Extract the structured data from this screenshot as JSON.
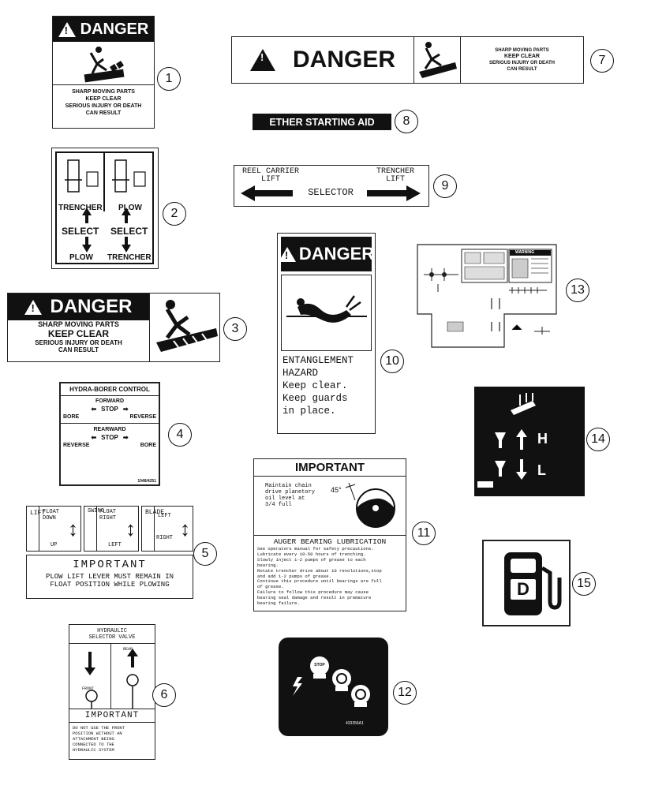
{
  "callouts": [
    "1",
    "2",
    "3",
    "4",
    "5",
    "6",
    "7",
    "8",
    "9",
    "10",
    "11",
    "12",
    "13",
    "14",
    "15"
  ],
  "decal1": {
    "header": "DANGER",
    "line1": "SHARP MOVING PARTS",
    "line2": "KEEP CLEAR",
    "line3": "SERIOUS INJURY OR DEATH",
    "line4": "CAN RESULT"
  },
  "decal2": {
    "top_left": "TRENCHER",
    "top_right": "PLOW",
    "select_left": "SELECT",
    "select_right": "SELECT",
    "bottom_left": "PLOW",
    "bottom_right": "TRENCHER"
  },
  "decal3": {
    "header": "DANGER",
    "line1": "SHARP MOVING PARTS",
    "line2": "KEEP CLEAR",
    "line3": "SERIOUS INJURY OR DEATH",
    "line4": "CAN RESULT"
  },
  "decal4": {
    "title": "HYDRA-BORER CONTROL",
    "forward": "FORWARD",
    "stop1": "STOP",
    "bore1": "BORE",
    "reverse1": "REVERSE",
    "rearward": "REARWARD",
    "stop2": "STOP",
    "reverse2": "REVERSE",
    "bore2": "BORE",
    "code": "1048/4251"
  },
  "decal5": {
    "lift_label": "LIFT",
    "float_down": "FLOAT DOWN",
    "up": "UP",
    "swing_label": "SWING",
    "float_right": "FLOAT RIGHT",
    "left": "LEFT",
    "blade_label": "BLADE",
    "blade_left": "LEFT",
    "blade_right": "RIGHT",
    "important": "IMPORTANT",
    "msg1": "PLOW LIFT LEVER MUST REMAIN IN",
    "msg2": "FLOAT POSITION WHILE PLOWING"
  },
  "decal6": {
    "title1": "HYDRAULIC",
    "title2": "SELECTOR VALVE",
    "front": "FRONT",
    "rear": "REAR",
    "important": "IMPORTANT",
    "msg": [
      "DO NOT USE THE FRONT",
      "POSITION WITHOUT AN",
      "ATTACHMENT BEING",
      "CONNECTED TO THE",
      "HYDRAULIC SYSTEM"
    ]
  },
  "decal7": {
    "header": "DANGER",
    "line1": "SHARP MOVING PARTS",
    "line2": "KEEP CLEAR",
    "line3": "SERIOUS INJURY OR DEATH",
    "line4": "CAN RESULT"
  },
  "decal8": {
    "text": "ETHER STARTING AID"
  },
  "decal9": {
    "left1": "REEL CARRIER",
    "left2": "LIFT",
    "right1": "TRENCHER",
    "right2": "LIFT",
    "center": "SELECTOR"
  },
  "decal10": {
    "header": "DANGER",
    "lines": [
      "ENTANGLEMENT",
      "HAZARD",
      "Keep clear.",
      "Keep guards",
      "in place."
    ]
  },
  "decal11": {
    "header": "IMPORTANT",
    "maintain": [
      "Maintain chain",
      "drive planetory",
      "oil level at",
      "3/4 full"
    ],
    "angle": "45°",
    "title2": "AUGER BEARING LUBRICATION",
    "body": [
      "See operators manual for safety precautions.",
      "Lubricate every 10-50 hours of trenching.",
      "Slowly inject 1-2 pumps of grease to each",
      "bearing.",
      "Rotate trencher drive about 10 revolutions,stop",
      "and add 1-2 pumps of grease.",
      "Continue this procedure until bearings are full",
      "of grease.",
      "Failure to follow this procedure may cause",
      "bearing seal damage and result in premature",
      "bearing failure."
    ]
  },
  "decal12": {
    "stop": "STOP",
    "code": "433356A1"
  },
  "decal13": {
    "warning": "WARNING"
  },
  "decal14": {
    "h": "H",
    "l": "L"
  },
  "decal15": {
    "letter": "D"
  }
}
